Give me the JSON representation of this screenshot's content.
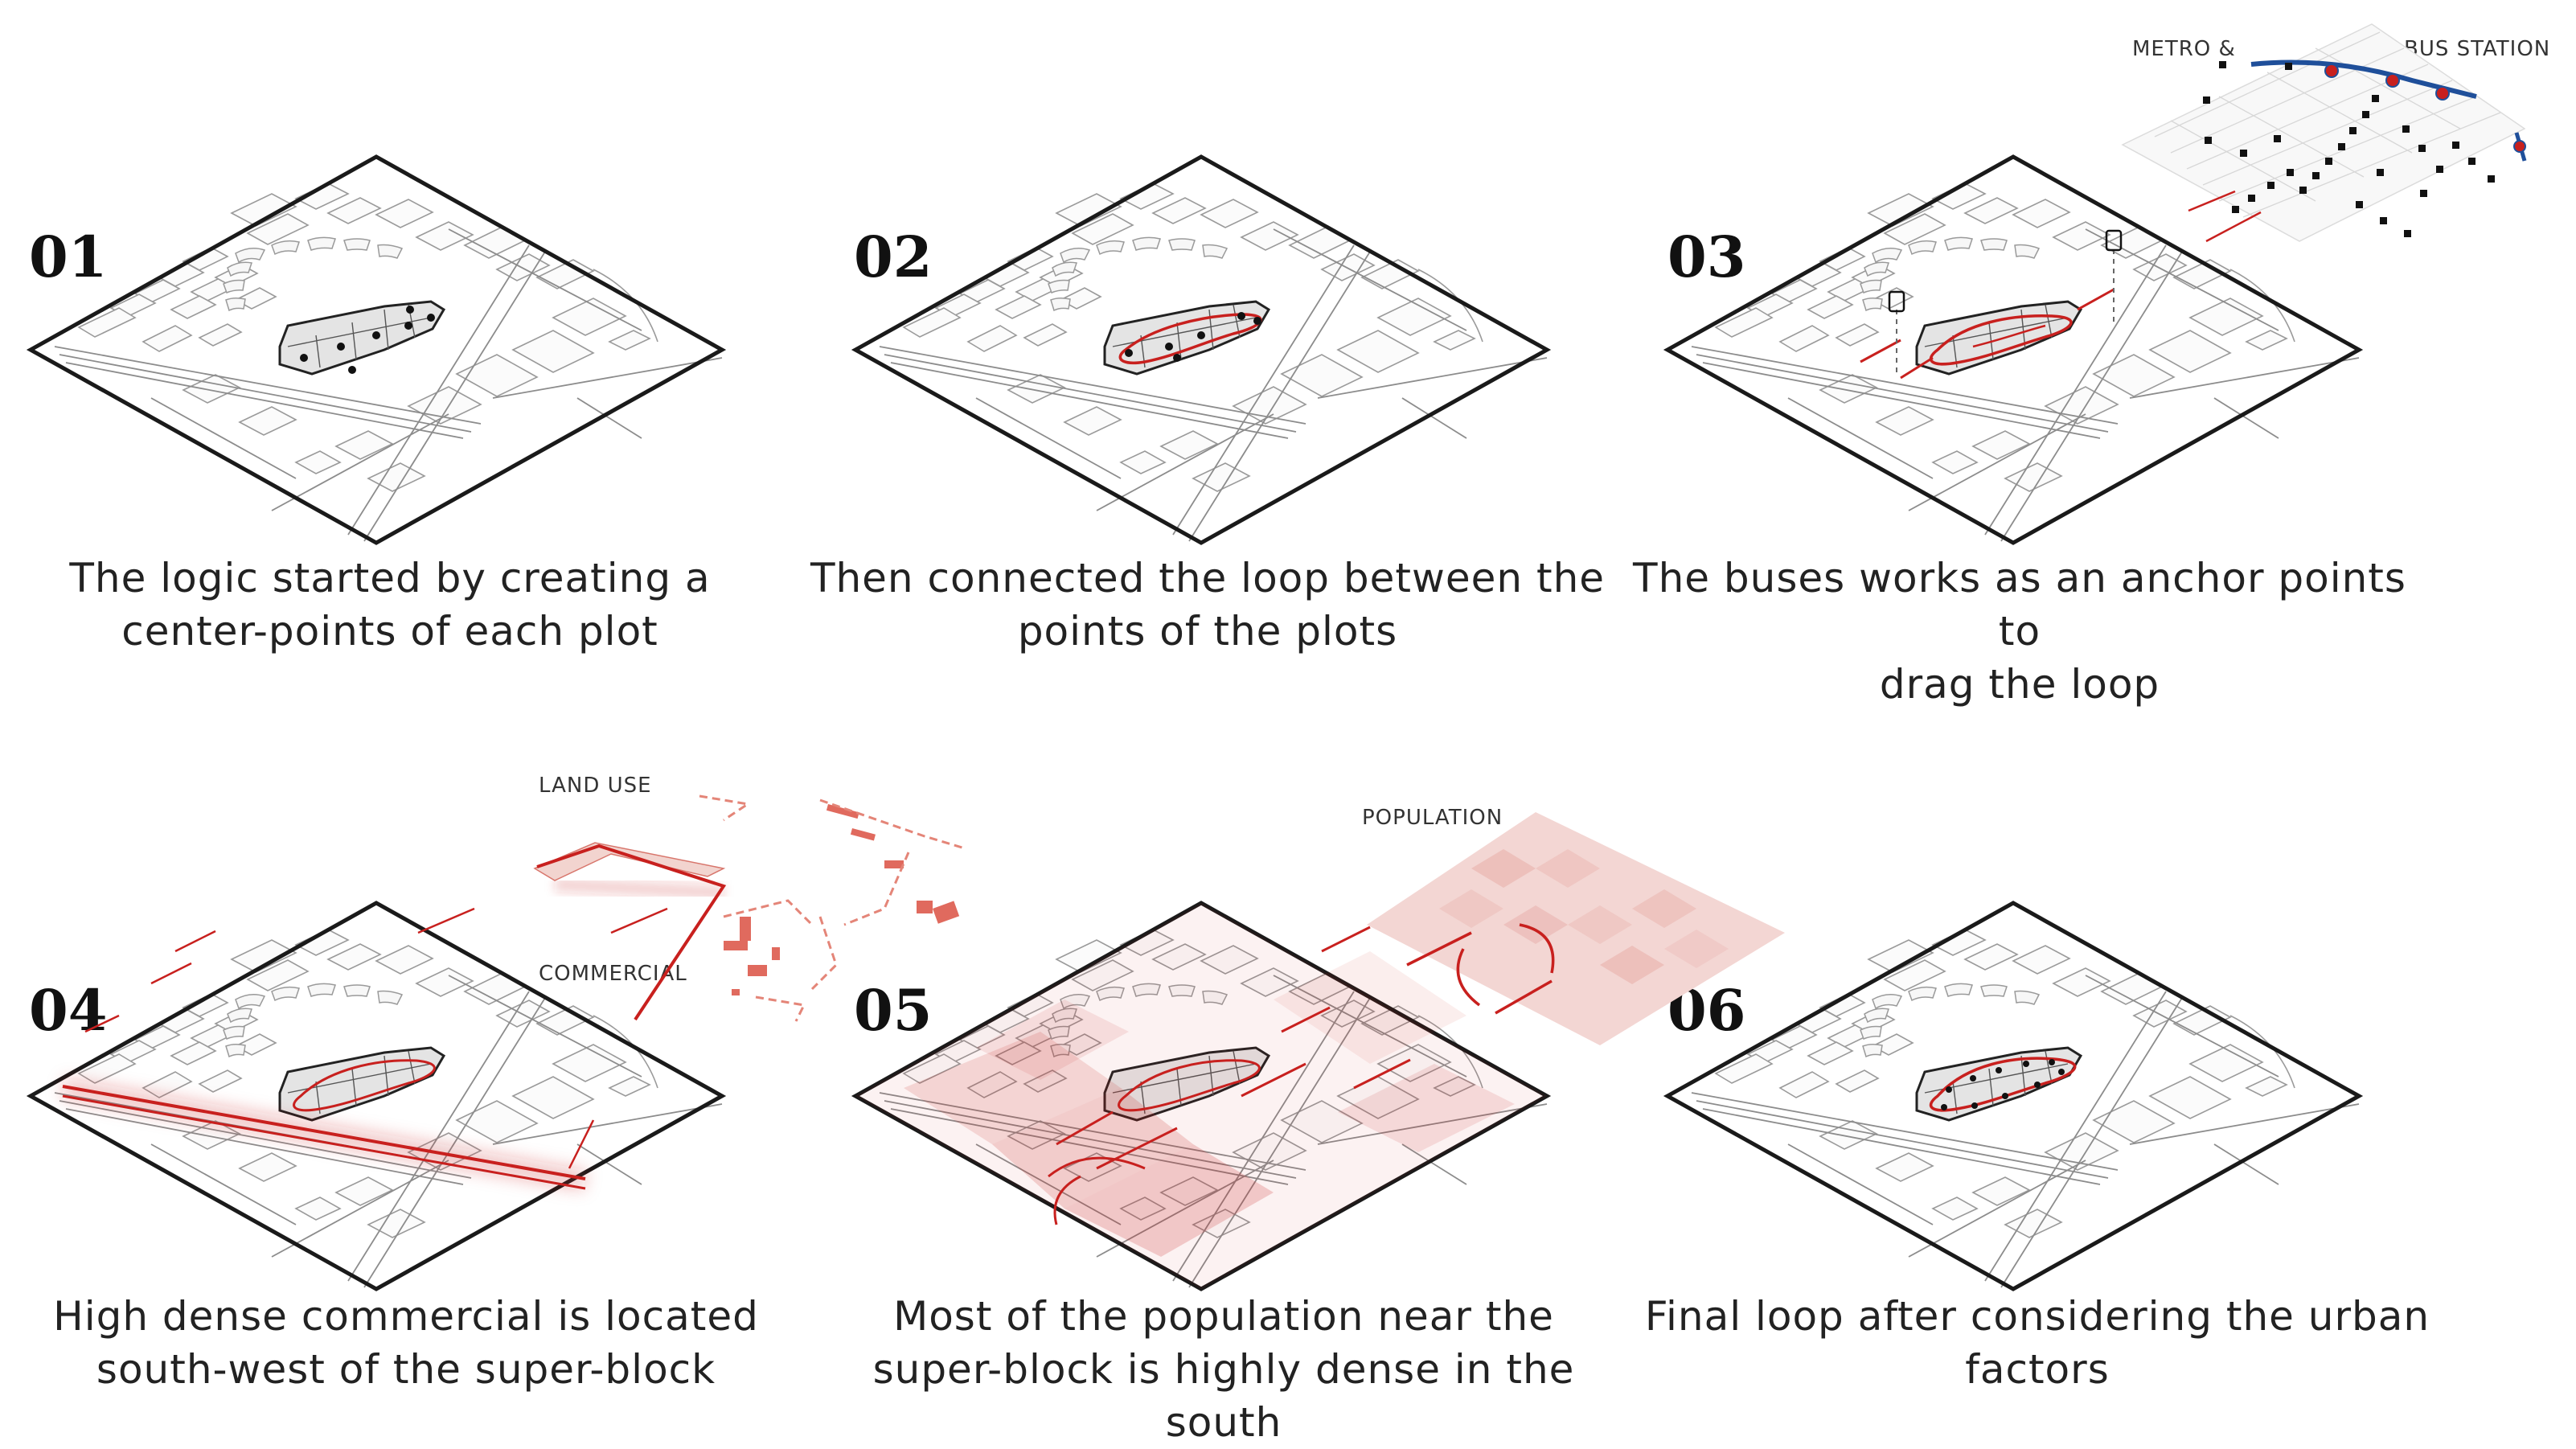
{
  "steps": [
    {
      "number": "01",
      "caption_line1": "The logic started by creating a",
      "caption_line2": "center-points of each plot"
    },
    {
      "number": "02",
      "caption_line1": "Then connected the loop between the",
      "caption_line2": "points of the plots"
    },
    {
      "number": "03",
      "caption_line1": "The buses works as an anchor points to",
      "caption_line2": "drag the loop"
    },
    {
      "number": "04",
      "caption_line1": "High dense commercial is located",
      "caption_line2": "south-west of the super-block"
    },
    {
      "number": "05",
      "caption_line1": "Most of the population near the",
      "caption_line2": "super-block is highly dense in the south"
    },
    {
      "number": "06",
      "caption_line1": "Final loop after considering the urban",
      "caption_line2": "factors"
    }
  ],
  "layer_labels": {
    "metro": "METRO &",
    "bus_station": "BUS STATION",
    "land_use": "LAND USE",
    "commercial": "COMMERCIAL",
    "population": "POPULATION"
  },
  "colors": {
    "accent_red": "#c8201e",
    "metro_blue": "#1f4f9a",
    "map_line": "#9a9a9a",
    "text": "#222222"
  }
}
